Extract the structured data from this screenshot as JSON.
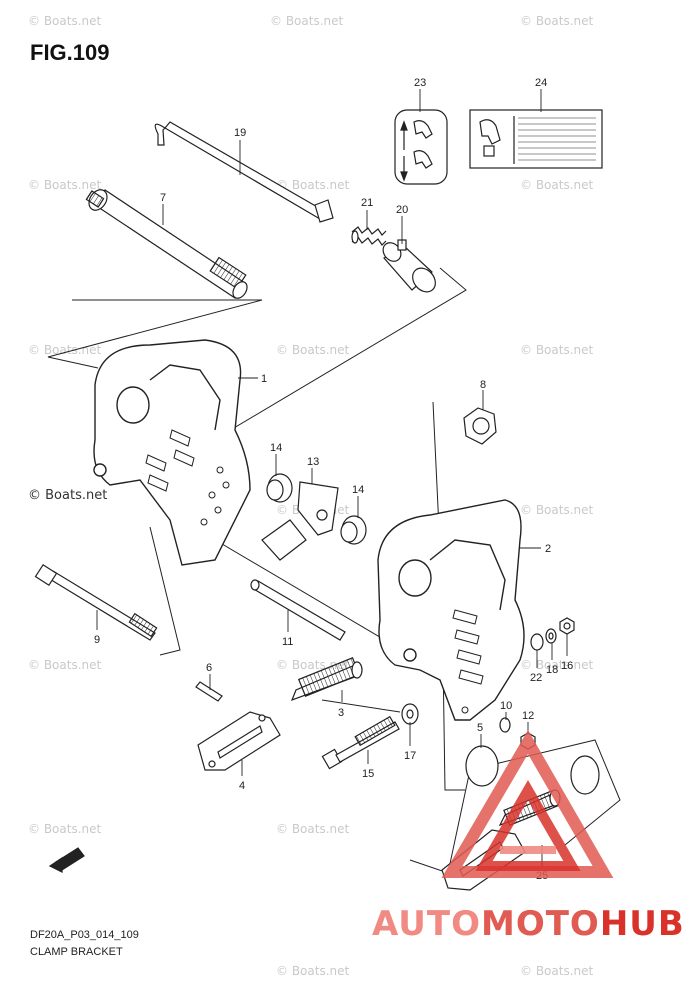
{
  "figure": {
    "title": "FIG.109",
    "code": "DF20A_P03_014_109",
    "name": "CLAMP BRACKET"
  },
  "watermark": {
    "text": "© Boats.net"
  },
  "brand": {
    "part1": "AUTO",
    "part2": "MOTO",
    "part3": "HUB",
    "colors": {
      "light": "#f08a82",
      "mid": "#e05b52",
      "dark": "#d8322b"
    }
  },
  "parts": {
    "p1": "1",
    "p2": "2",
    "p3": "3",
    "p4": "4",
    "p5": "5",
    "p6": "6",
    "p7": "7",
    "p8": "8",
    "p9": "9",
    "p10": "10",
    "p11": "11",
    "p12": "12",
    "p13": "13",
    "p14a": "14",
    "p14b": "14",
    "p15": "15",
    "p16": "16",
    "p17": "17",
    "p18": "18",
    "p19": "19",
    "p20": "20",
    "p21": "21",
    "p22": "22",
    "p23": "23",
    "p24": "24",
    "p25": "25"
  },
  "front_marker": {
    "icon": "fwd-arrow-icon"
  }
}
